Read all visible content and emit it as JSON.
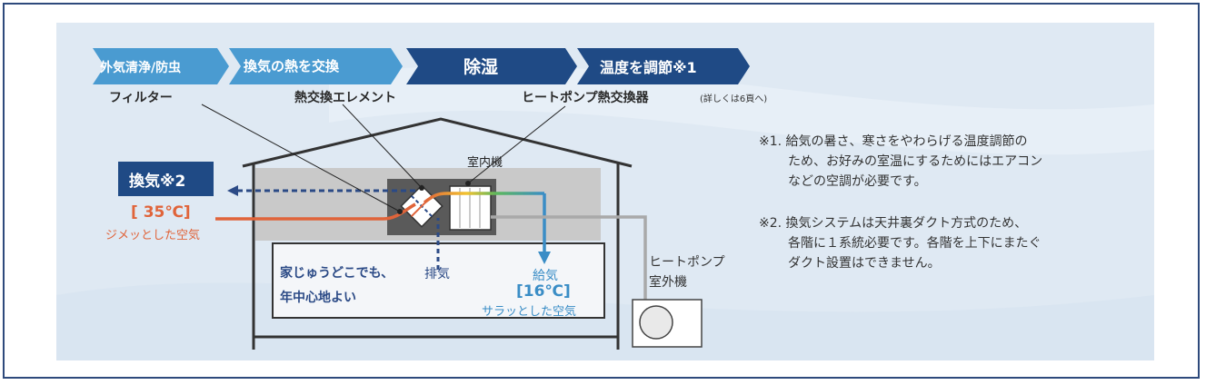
{
  "chevrons": [
    {
      "label": "外気清浄/防虫",
      "style": "light"
    },
    {
      "label": "換気の熱を交換",
      "style": "light"
    },
    {
      "label": "除湿",
      "style": "dark"
    },
    {
      "label": "温度を調節※1",
      "style": "dark"
    }
  ],
  "components": {
    "filter": "フィルター",
    "heat_element": "熱交換エレメント",
    "heat_pump_exchanger": "ヒートポンプ熱交換器",
    "heat_pump_exchanger_note": "(詳しくは6頁へ)",
    "indoor_unit": "室内機",
    "outdoor_unit_line1": "ヒートポンプ",
    "outdoor_unit_line2": "室外機"
  },
  "exhaust": {
    "box_label": "換気※2",
    "temp": "[ 35℃]",
    "desc": "ジメッとした空気",
    "indoor_exhaust": "排気"
  },
  "supply": {
    "label": "給気",
    "temp": "[16℃]",
    "desc": "サラッとした空気"
  },
  "room": {
    "line1": "家じゅうどこでも、",
    "line2": "年中心地よい"
  },
  "notes": {
    "n1_line1": "※1. 給気の暑さ、寒さをやわらげる温度調節の",
    "n1_line2": "ため、お好みの室温にするためにはエアコン",
    "n1_line3": "などの空調が必要です。",
    "n2_line1": "※2. 換気システムは天井裏ダクト方式のため、",
    "n2_line2": "各階に１系統必要です。各階を上下にまたぐ",
    "n2_line3": "ダクト設置はできません。"
  },
  "colors": {
    "chevron_light": "#4a9bd1",
    "chevron_dark": "#1f4a85",
    "exhaust_red": "#e0643a",
    "supply_blue": "#3a8dc6",
    "navy": "#2b4a86"
  }
}
